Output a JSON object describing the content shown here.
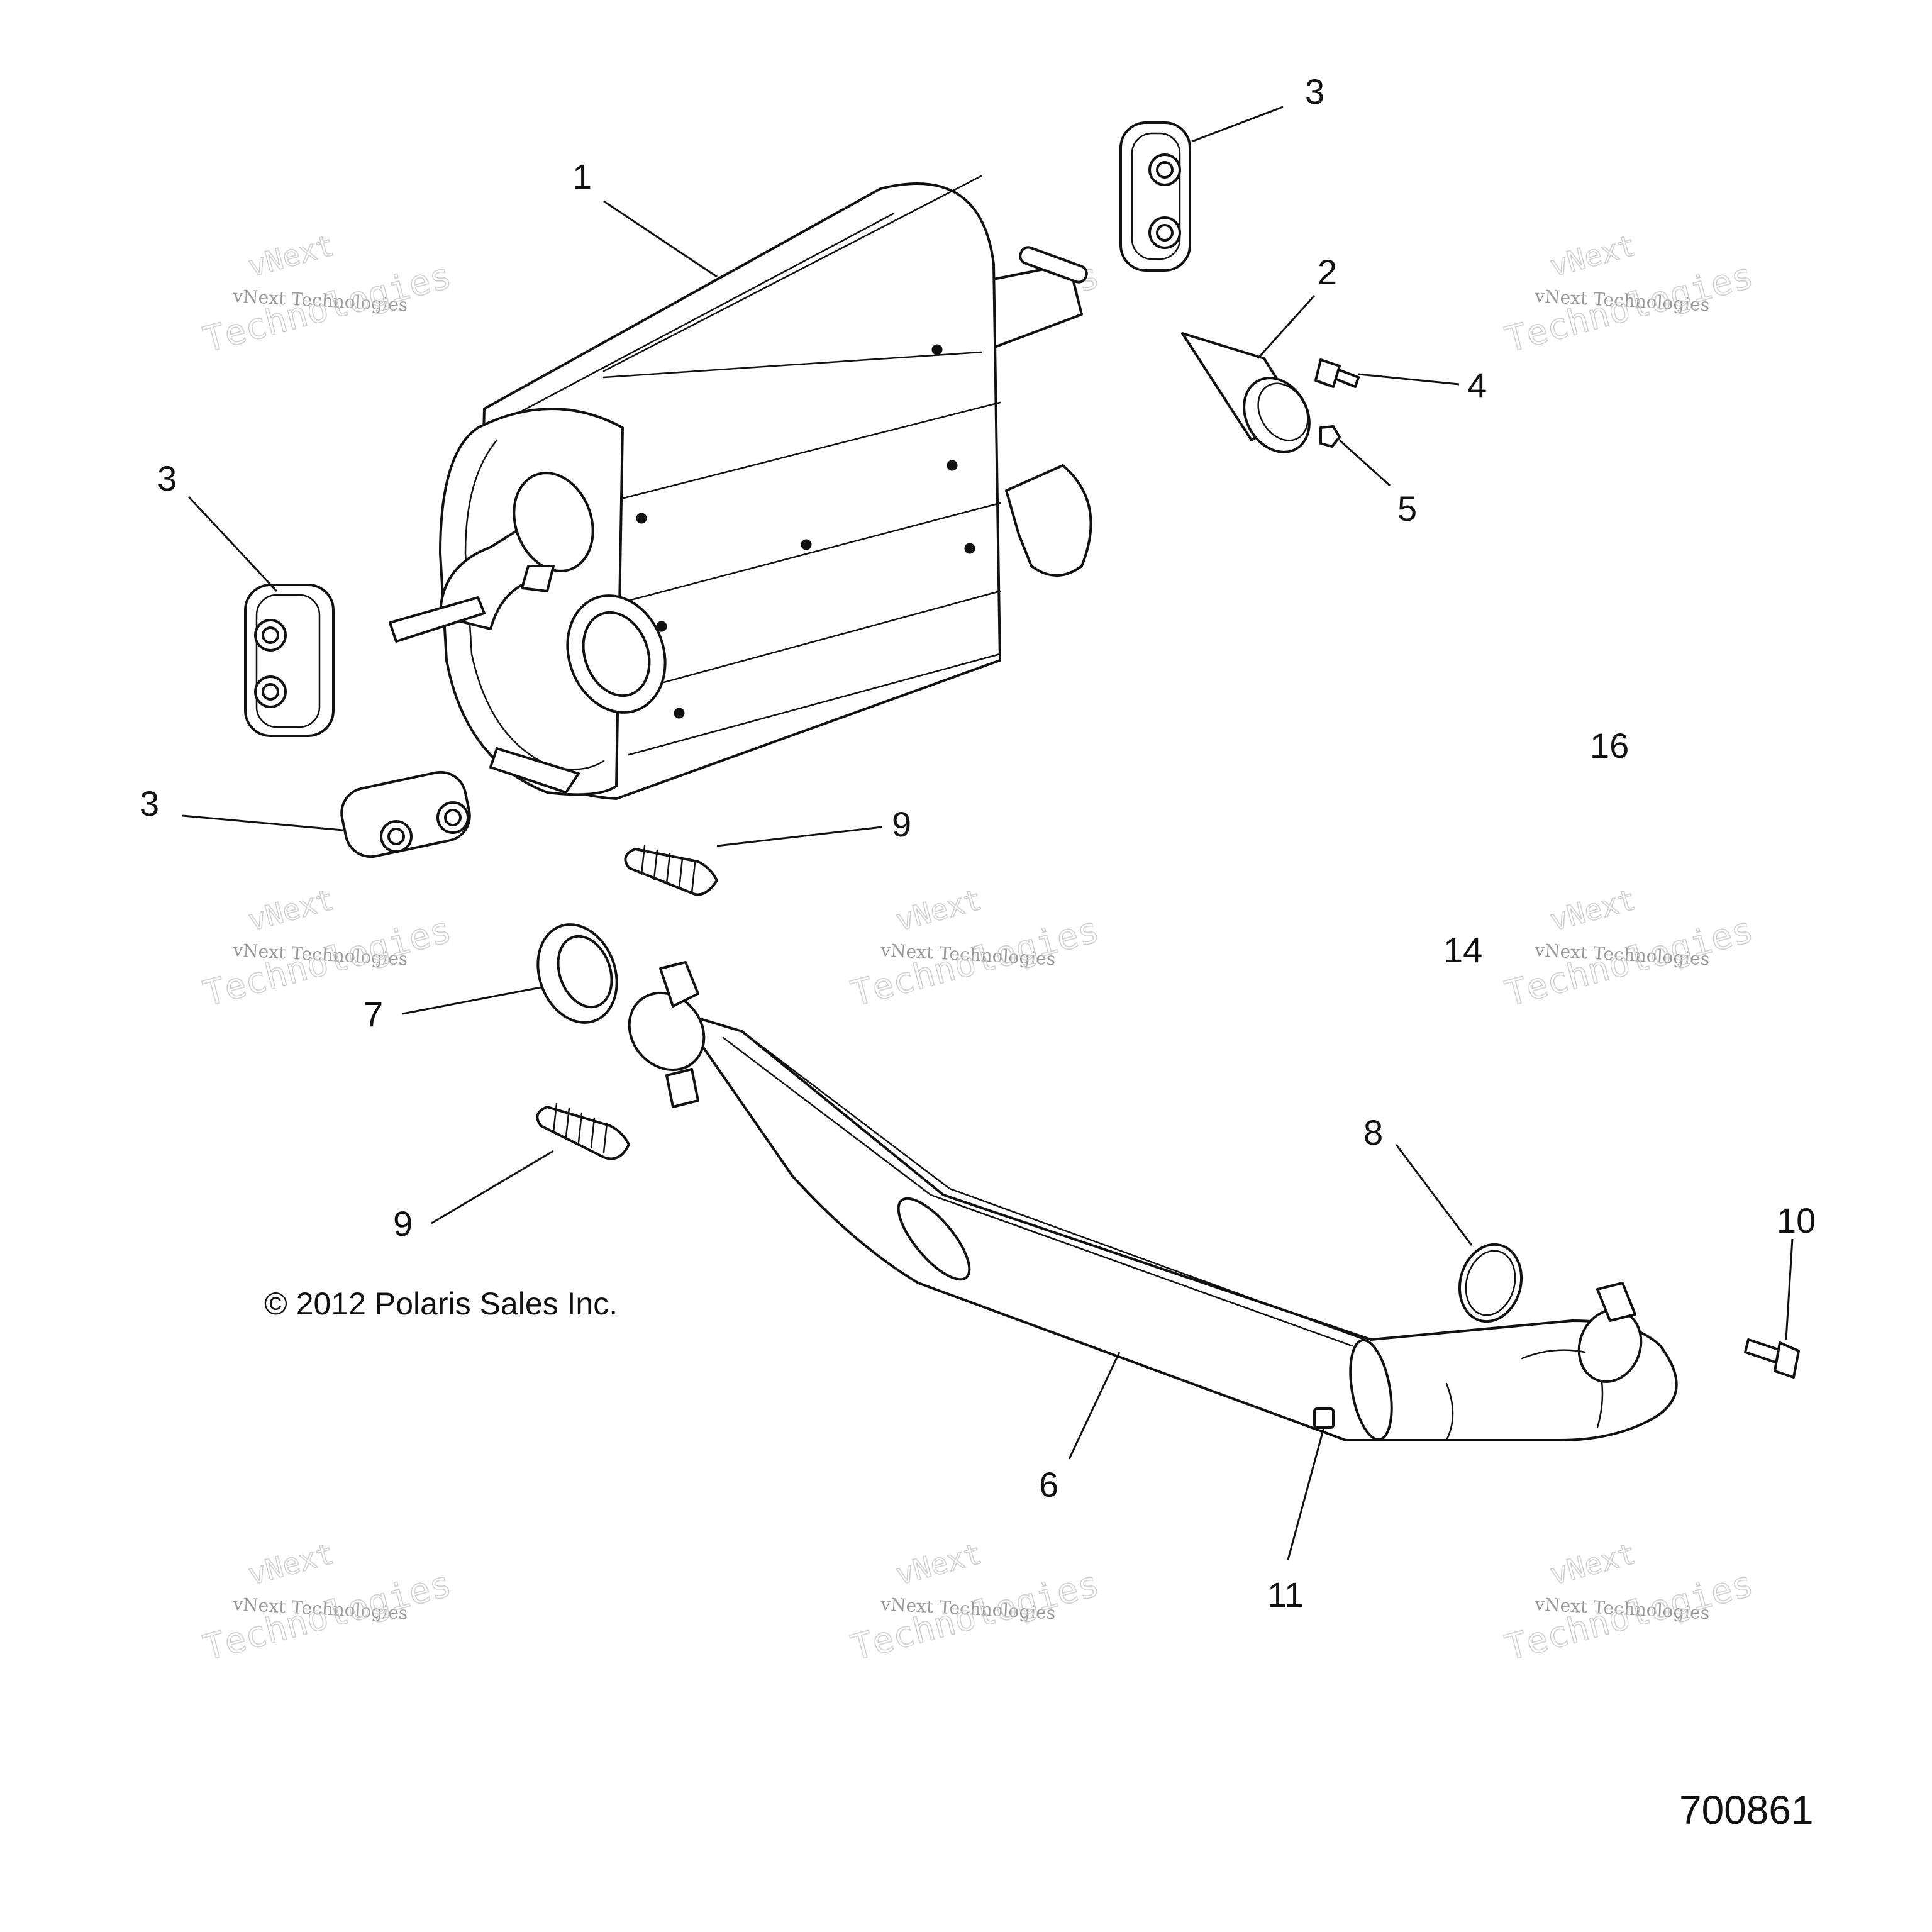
{
  "diagram": {
    "callouts": [
      {
        "id": "c1",
        "label": "1"
      },
      {
        "id": "c2",
        "label": "2"
      },
      {
        "id": "c3a",
        "label": "3"
      },
      {
        "id": "c3b",
        "label": "3"
      },
      {
        "id": "c3c",
        "label": "3"
      },
      {
        "id": "c4",
        "label": "4"
      },
      {
        "id": "c5",
        "label": "5"
      },
      {
        "id": "c6",
        "label": "6"
      },
      {
        "id": "c7",
        "label": "7"
      },
      {
        "id": "c8",
        "label": "8"
      },
      {
        "id": "c9a",
        "label": "9"
      },
      {
        "id": "c9b",
        "label": "9"
      },
      {
        "id": "c10",
        "label": "10"
      },
      {
        "id": "c11",
        "label": "11"
      },
      {
        "id": "c14",
        "label": "14"
      },
      {
        "id": "c16",
        "label": "16"
      }
    ],
    "copyright": "© 2012 Polaris Sales Inc.",
    "figure_number": "700861",
    "watermark": {
      "line1": "vNext",
      "line2": "vNext Technologies",
      "line3": "Technologies"
    }
  }
}
